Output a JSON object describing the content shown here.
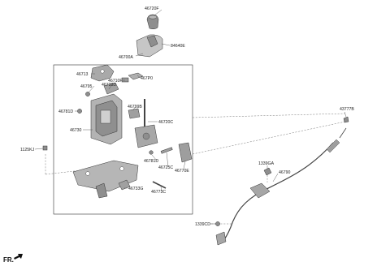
{
  "labels": {
    "l_46720F": "46720F",
    "l_84640E": "84640E",
    "l_46700A": "46700A",
    "l_46713": "46713",
    "l_46710F": "46710F",
    "l_467P0": "467P0",
    "l_46795": "46795",
    "l_46733D": "46733D",
    "l_46781D_a": "46781D",
    "l_46799B": "46799B",
    "l_46730": "46730",
    "l_46720C": "46720C",
    "l_1125KJ": "1125KJ",
    "l_46781D_b": "46781D",
    "l_46725C": "46725C",
    "l_46770E": "46770E",
    "l_46733G": "46733G",
    "l_46773C": "46773C",
    "l_43777B": "43777B",
    "l_1339GA": "1339GA",
    "l_46790": "46790",
    "l_1339CD": "1339CD"
  },
  "corner_label": "FR.",
  "colors": {
    "part_fill": "#b8b8b8",
    "part_dark": "#8e8e8e",
    "part_light": "#d8d8d8",
    "line": "#333333"
  }
}
